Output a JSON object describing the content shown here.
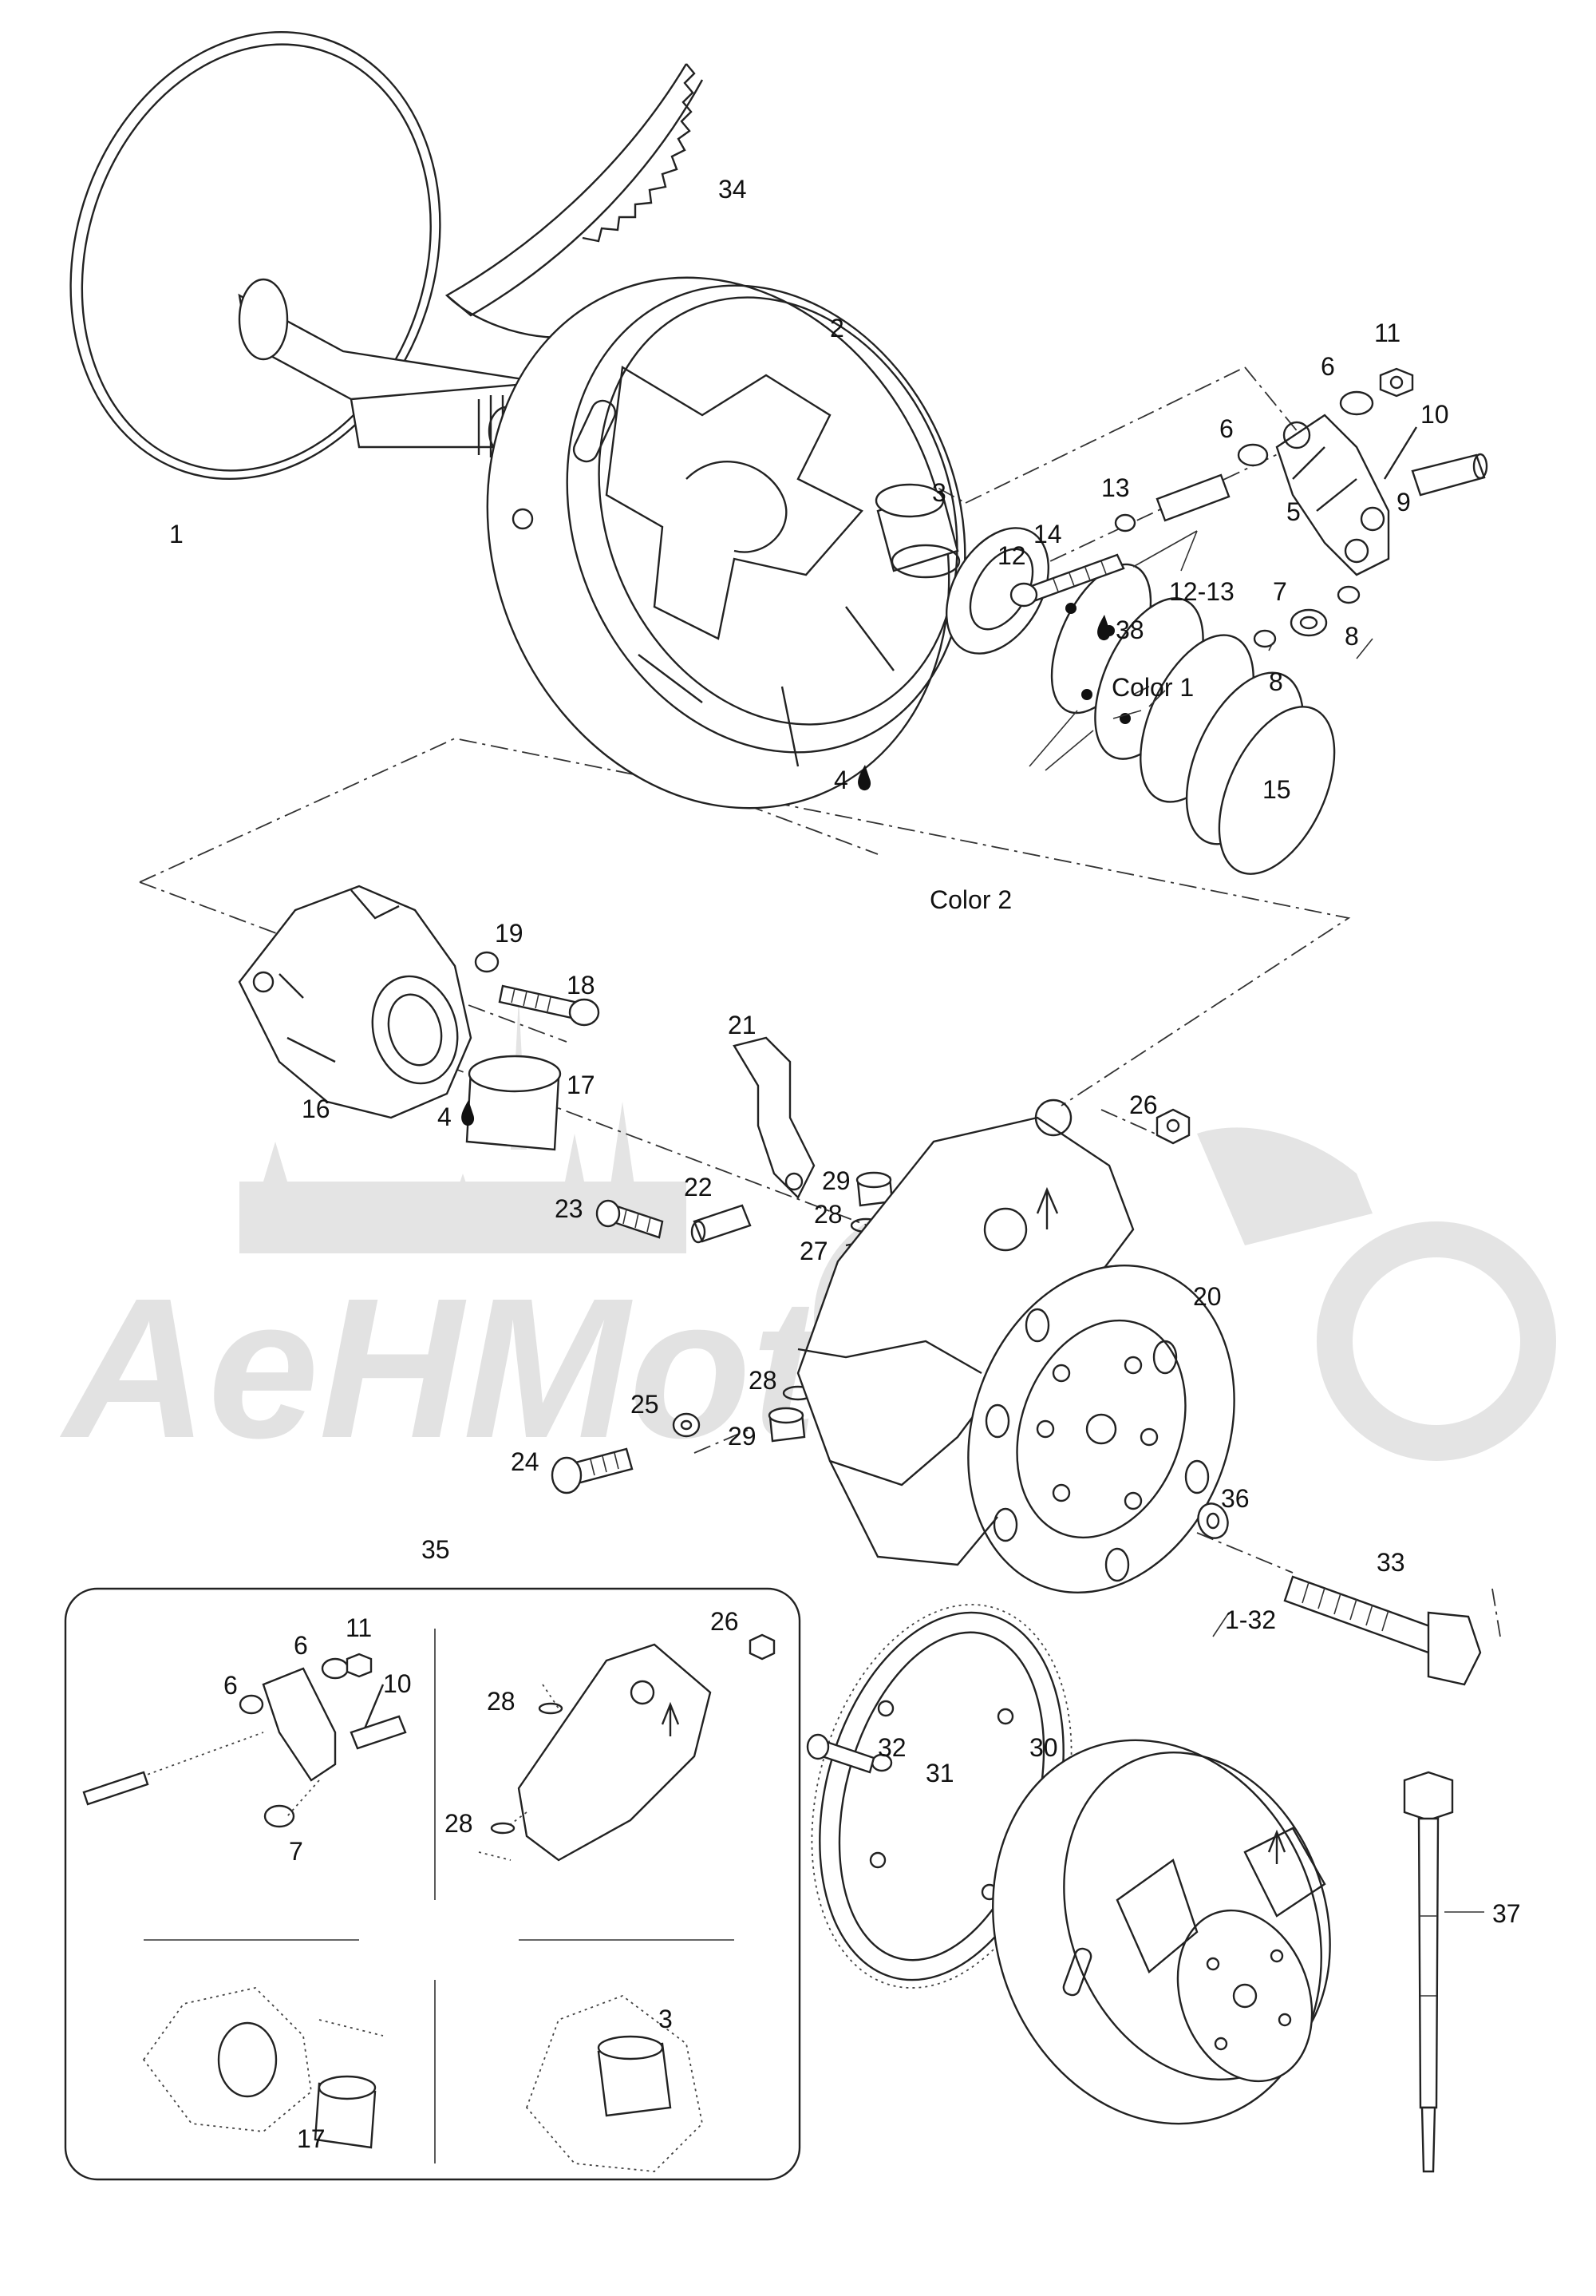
{
  "watermark": "AeHMoto",
  "callouts": {
    "c1": "1",
    "c2": "2",
    "c3": "3",
    "c4a": "4",
    "c4b": "4",
    "c5": "5",
    "c6a": "6",
    "c6b": "6",
    "c7": "7",
    "c8a": "8",
    "c8b": "8",
    "c9": "9",
    "c10": "10",
    "c11": "11",
    "c12": "12",
    "c12_13": "12-13",
    "c13": "13",
    "c14": "14",
    "c15": "15",
    "c16": "16",
    "c17": "17",
    "c18": "18",
    "c19": "19",
    "c20": "20",
    "c21": "21",
    "c22": "22",
    "c23": "23",
    "c24": "24",
    "c25": "25",
    "c26": "26",
    "c27": "27",
    "c28a": "28",
    "c28b": "28",
    "c29a": "29",
    "c29b": "29",
    "c30": "30",
    "c31": "31",
    "c32": "32",
    "c33": "33",
    "c34": "34",
    "c35": "35",
    "c36": "36",
    "c37": "37",
    "c38": "38",
    "c1_32": "1-32",
    "color1": "Color 1",
    "color2": "Color 2"
  },
  "inset": {
    "c11": "11",
    "c6a": "6",
    "c6b": "6",
    "c10": "10",
    "c7": "7",
    "c26": "26",
    "c28a": "28",
    "c28b": "28",
    "c3": "3",
    "c17": "17"
  },
  "icons": {
    "lubricant": "oil-drop-icon"
  }
}
